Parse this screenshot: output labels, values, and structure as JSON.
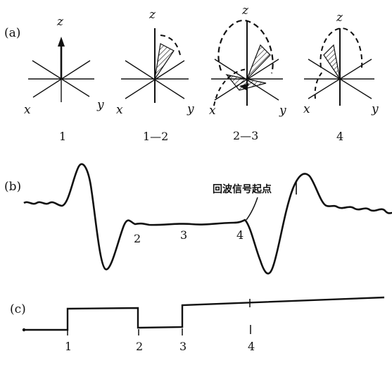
{
  "panel_a": {
    "label": "(a)",
    "axis_x": "x",
    "axis_y": "y",
    "axis_z": "z",
    "captions": [
      "1",
      "1—2",
      "2—3",
      "4"
    ]
  },
  "panel_b": {
    "label": "(b)",
    "annotation": "回波信号起点",
    "point_labels": [
      "2",
      "3",
      "4"
    ]
  },
  "panel_c": {
    "label": "(c)",
    "tick_labels": [
      "1",
      "2",
      "3",
      "4"
    ]
  }
}
